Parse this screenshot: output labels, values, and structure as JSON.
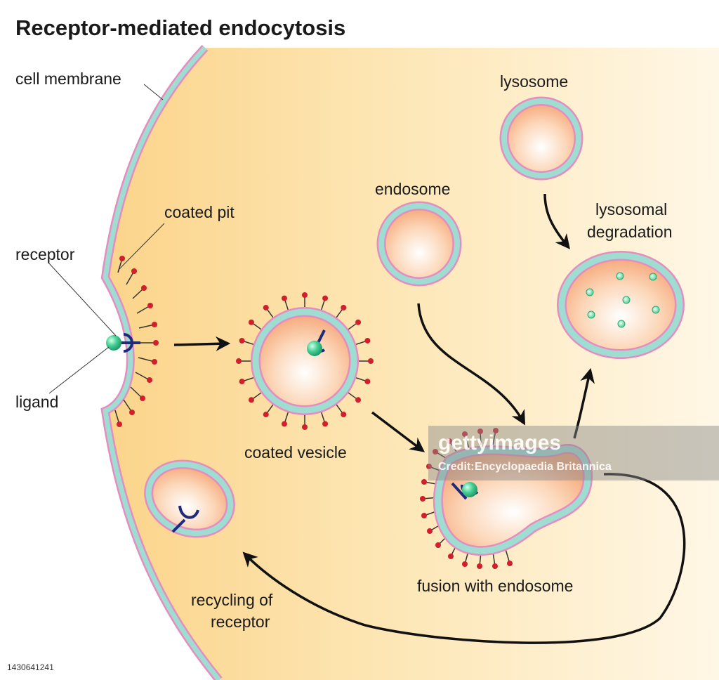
{
  "title": "Receptor-mediated endocytosis",
  "labels": {
    "cell_membrane": "cell membrane",
    "receptor": "receptor",
    "coated_pit": "coated pit",
    "ligand": "ligand",
    "coated_vesicle": "coated vesicle",
    "endosome": "endosome",
    "lysosome": "lysosome",
    "lysosomal_line1": "lysosomal",
    "lysosomal_line2": "degradation",
    "fusion": "fusion with endosome",
    "recycling_line1": "recycling of",
    "recycling_line2": "receptor"
  },
  "watermark": {
    "brand": "gettyimages",
    "credit_prefix": "Credit:",
    "credit": "Encyclopaedia Britannica",
    "image_id": "1430641241"
  },
  "colors": {
    "cytoplasm": "#fde2a6",
    "membrane_inner": "#9fdcd2",
    "membrane_edge": "#e68cbf",
    "vesicle_core": "#f7b688",
    "receptor": "#1f2b7a",
    "ligand": "#2fbf86",
    "coat_tip": "#d11f2c",
    "arrow": "#111111"
  }
}
